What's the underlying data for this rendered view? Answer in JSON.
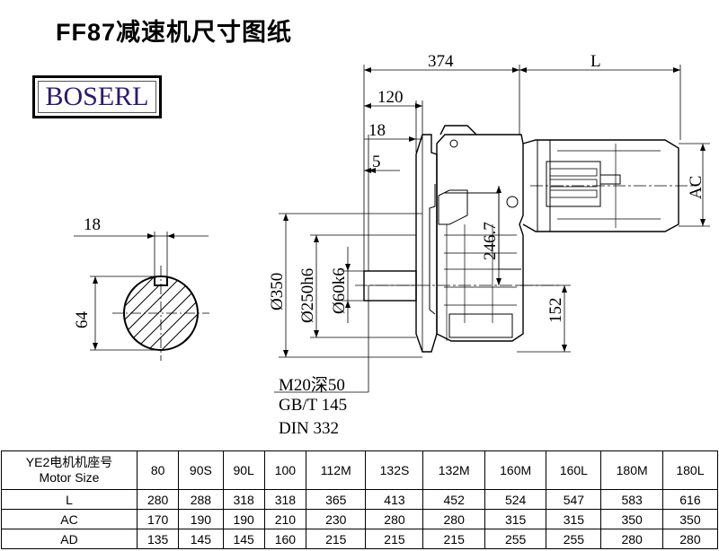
{
  "title": "FF87减速机尺寸图纸",
  "logo": "BOSERL",
  "dimensions": {
    "top_374": "374",
    "top_L": "L",
    "d_120": "120",
    "d_18_top": "18",
    "d_5": "5",
    "ac": "AC",
    "d_246_7": "246.7",
    "d_152": "152",
    "phi_350": "Ø350",
    "phi_250": "Ø250h6",
    "phi_60": "Ø60k6",
    "key_18": "18",
    "key_64": "64"
  },
  "notes": [
    "M20深50",
    "GB/T 145",
    "DIN 332"
  ],
  "table": {
    "header_label_1": "YE2电机机座号",
    "header_label_2": "Motor Size",
    "sizes": [
      "80",
      "90S",
      "90L",
      "100",
      "112M",
      "132S",
      "132M",
      "160M",
      "160L",
      "180M",
      "180L"
    ],
    "rows": [
      {
        "label": "L",
        "values": [
          "280",
          "288",
          "318",
          "318",
          "365",
          "413",
          "452",
          "524",
          "547",
          "583",
          "616"
        ]
      },
      {
        "label": "AC",
        "values": [
          "170",
          "190",
          "190",
          "210",
          "230",
          "280",
          "280",
          "315",
          "315",
          "350",
          "350"
        ]
      },
      {
        "label": "AD",
        "values": [
          "135",
          "145",
          "145",
          "160",
          "215",
          "215",
          "215",
          "255",
          "255",
          "280",
          "280"
        ]
      }
    ]
  }
}
